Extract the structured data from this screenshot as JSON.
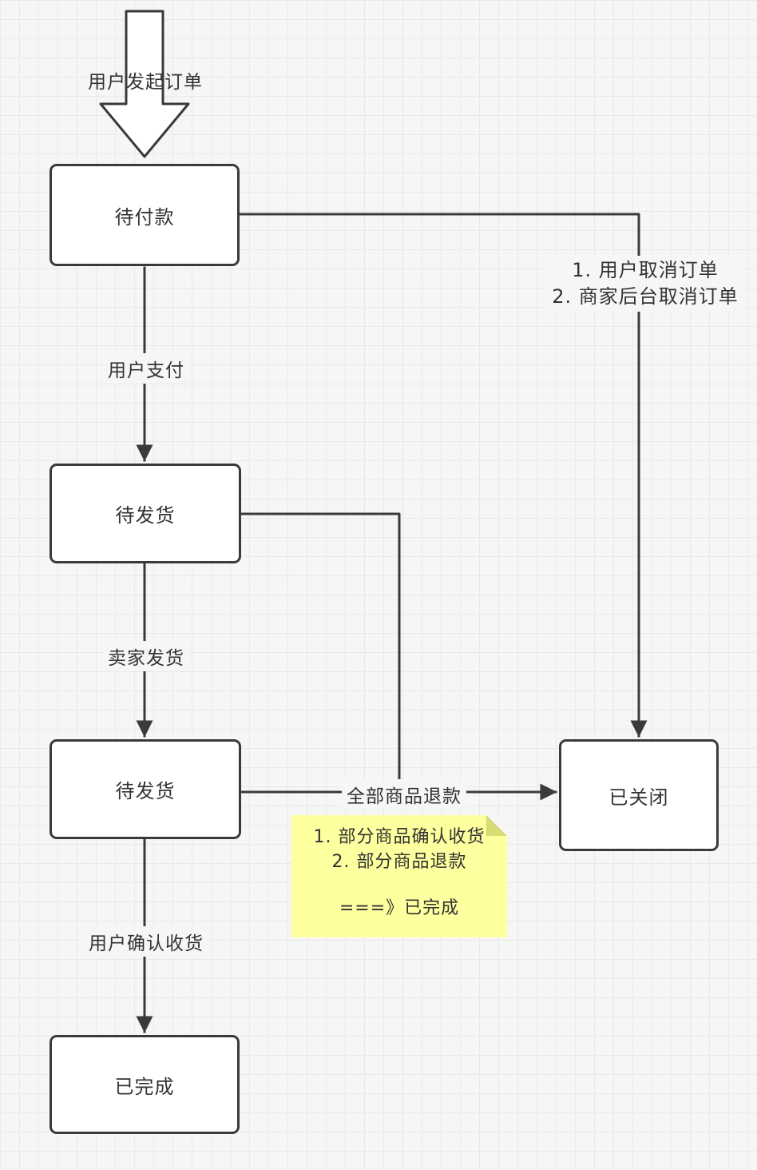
{
  "diagram": {
    "type": "flowchart",
    "nodes": {
      "pending_payment": "待付款",
      "pending_shipment": "待发货",
      "pending_receipt": "待发货",
      "completed": "已完成",
      "closed": "已关闭"
    },
    "edge_labels": {
      "order_start": "用户发起订单",
      "user_pay": "用户支付",
      "seller_ship": "卖家发货",
      "user_confirm": "用户确认收货",
      "refund_all": "全部商品退款",
      "cancel_line1": "1. 用户取消订单",
      "cancel_line2": "2. 商家后台取消订单"
    },
    "note": {
      "line1": "1. 部分商品确认收货",
      "line2": "2. 部分商品退款",
      "line3": "===》已完成"
    },
    "colors": {
      "line": "#3a3a3a",
      "node_fill": "#ffffff",
      "node_border": "#3a3a3a",
      "canvas_bg": "#f6f6f6",
      "grid_line": "#e9e9e9",
      "note_bg": "#feff9e",
      "note_fold": "#d9da74",
      "text": "#333333"
    }
  }
}
